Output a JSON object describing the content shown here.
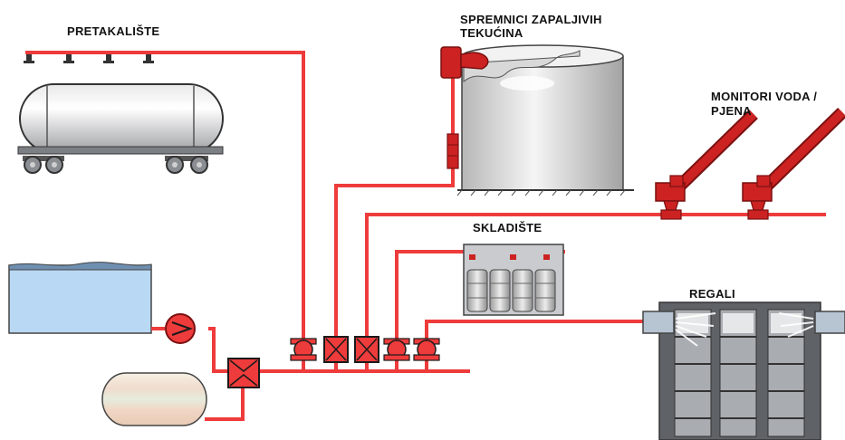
{
  "labels": {
    "pretakaliste": "PRETAKALIŠTE",
    "spremnici_line1": "SPREMNICI ZAPALJIVIH",
    "spremnici_line2": "TEKUĆINA",
    "monitori_line1": "MONITORI VODA /",
    "monitori_line2": "PJENA",
    "skladiste": "SKLADIŠTE",
    "regali": "REGALI"
  },
  "colors": {
    "pipe": "#ee3b3b",
    "equipment": "#cc2222",
    "water": "#b9d8f3",
    "foam_tank": "#f3e6d8",
    "shelf": "#7a7d82",
    "background": "#ffffff"
  },
  "icons": {
    "pump": "pump-icon",
    "valve": "valve-icon",
    "mixer": "foam-proportioner-icon",
    "sprinkler": "sprinkler-head-icon",
    "monitor": "water-foam-monitor-icon"
  }
}
